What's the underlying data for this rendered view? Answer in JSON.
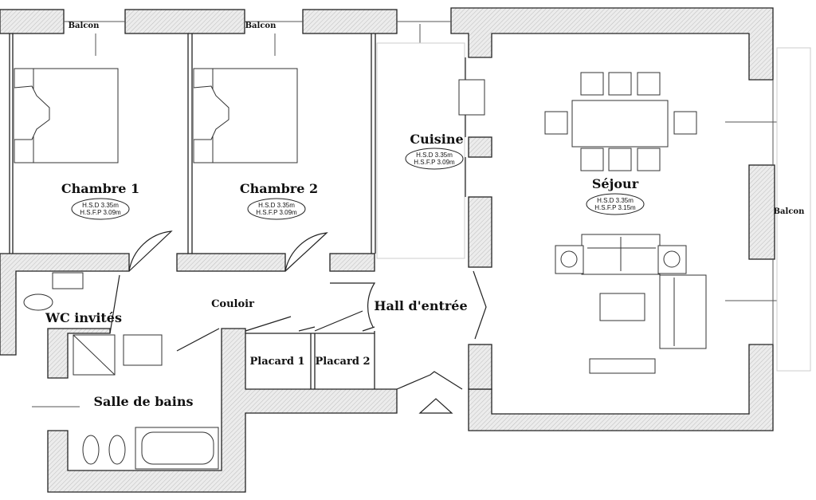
{
  "rooms": {
    "chambre1": {
      "name": "Chambre 1",
      "hsd": "H.S.D 3.35m",
      "hsfp": "H.S.F.P 3.09m"
    },
    "chambre2": {
      "name": "Chambre 2",
      "hsd": "H.S.D 3.35m",
      "hsfp": "H.S.F.P 3.09m"
    },
    "cuisine": {
      "name": "Cuisine",
      "hsd": "H.S.D 3.35m",
      "hsfp": "H.S.F.P 3.09m"
    },
    "sejour": {
      "name": "Séjour",
      "hsd": "H.S.D 3.35m",
      "hsfp": "H.S.F.P 3.15m"
    },
    "wc": {
      "name": "WC invités"
    },
    "couloir": {
      "name": "Couloir"
    },
    "hall": {
      "name": "Hall d'entrée"
    },
    "placard1": {
      "name": "Placard 1"
    },
    "placard2": {
      "name": "Placard 2"
    },
    "sdb": {
      "name": "Salle de bains"
    }
  },
  "balconies": [
    "Balcon",
    "Balcon",
    "Balcon"
  ],
  "colors": {
    "wall_fill": "#e4e4e4",
    "line": "#222222",
    "background": "#ffffff"
  }
}
